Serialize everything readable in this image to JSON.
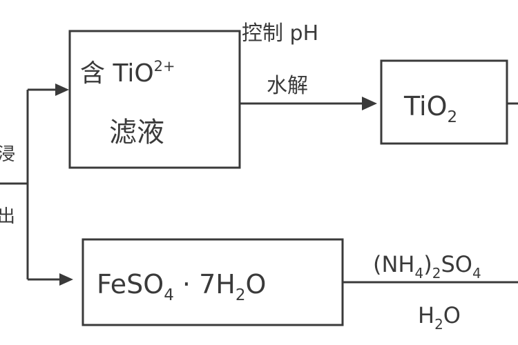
{
  "left_label": {
    "top_fragment": "浸",
    "bottom_fragment": "出"
  },
  "nodes": {
    "tio_filtrate": {
      "line1_prefix": "含 TiO",
      "line1_sup": "2+",
      "line2": "滤液"
    },
    "tio2": {
      "prefix": "Ti",
      "letter": "O",
      "sub": "2"
    },
    "feso4": {
      "prefix": "FeSO",
      "sub1": "4",
      "mid": " · 7H",
      "sub2": "2",
      "suffix": "O"
    }
  },
  "edges": {
    "hydrolysis": {
      "top": "控制 pH",
      "bottom": "水解"
    },
    "ammonium": {
      "top_prefix": "(NH",
      "top_sub1": "4",
      "top_mid": ")",
      "top_sub2": "2",
      "top_suffix": "SO",
      "top_sub3": "4",
      "bottom_prefix": "H",
      "bottom_sub": "2",
      "bottom_suffix": "O"
    }
  },
  "colors": {
    "stroke": "#3a3a3a",
    "background": "#ffffff"
  }
}
